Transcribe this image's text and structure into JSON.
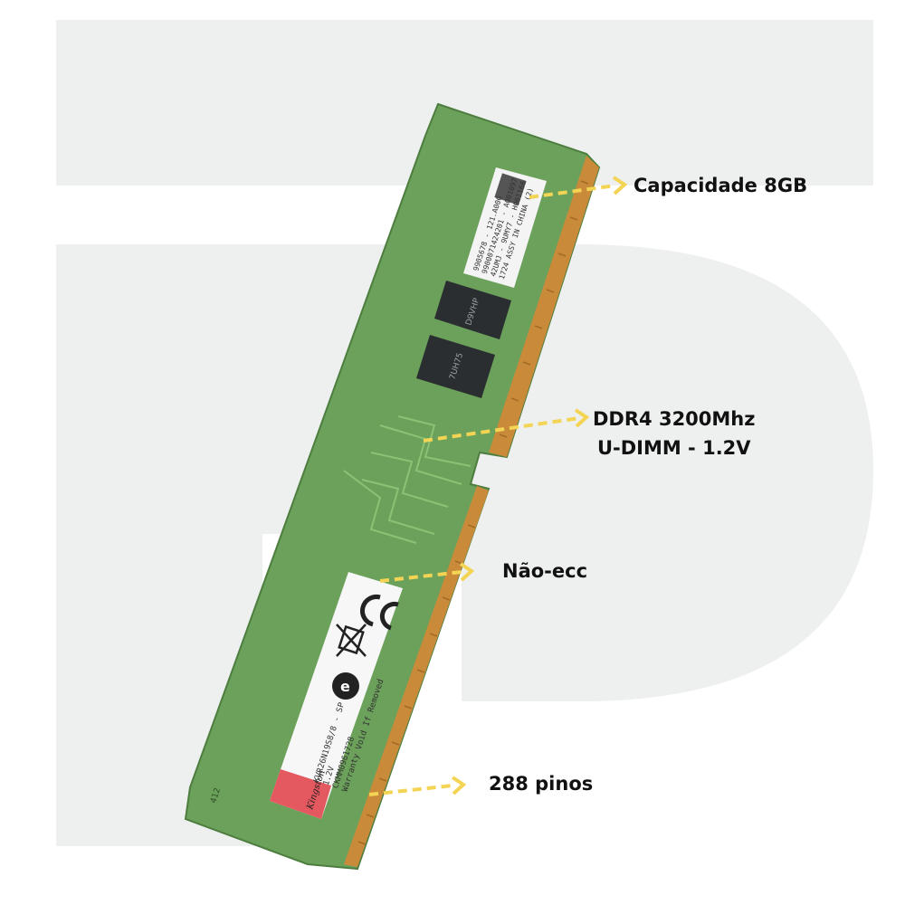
{
  "colors": {
    "watermark": "#eef0ef",
    "pcb_green": "#6ba15a",
    "pcb_dark": "#4f8542",
    "gold_contacts": "#c98b3a",
    "chip": "#2b2e30",
    "arrow": "#f3d454",
    "label_red": "#e4585f"
  },
  "icons": [
    "ce-mark-icon",
    "weee-bin-icon",
    "recycle-e-icon"
  ],
  "annotations": {
    "capacity": "Capacidade 8GB",
    "ddr_line1": "DDR4 3200Mhz",
    "ddr_line2": "U-DIMM - 1.2V",
    "ecc": "Não-ecc",
    "pins": "288 pinos"
  },
  "module": {
    "top_label_lines": [
      "9905678 - 121.A00G",
      "9900071424201 - A001097",
      "42UMJ - 9UMY7 - H001166",
      "1724  ASSY IN CHINA (2)"
    ],
    "bottom_label": {
      "brand": "Kingston",
      "part_number": "KVR26N19S8/8 - SP",
      "voltage": "1.2V",
      "code": "CKMM0961728",
      "warranty": "Warranty Void If Removed"
    },
    "chip_marking": "D9VHP",
    "chip_marking_2": "7UH75",
    "pcb_mark": "412"
  }
}
